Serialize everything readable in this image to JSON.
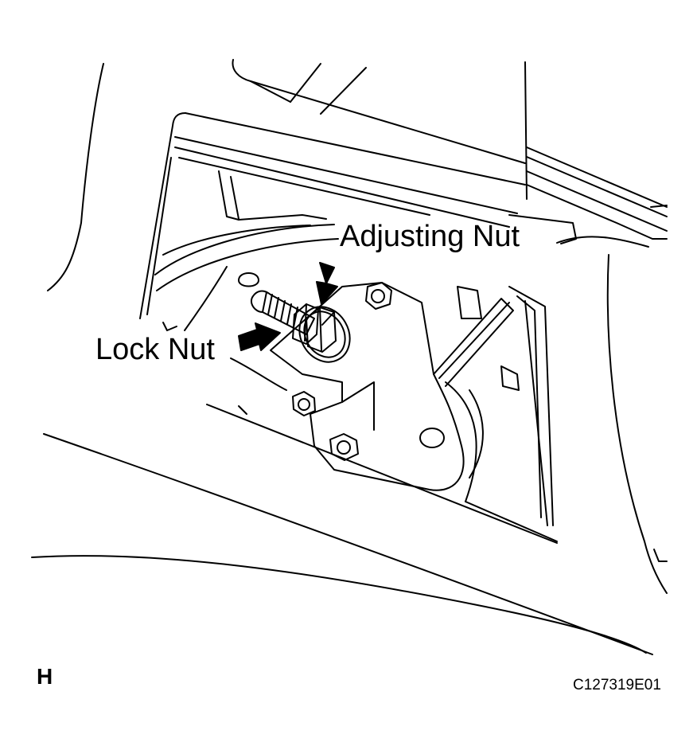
{
  "callouts": {
    "adjusting_nut": "Adjusting Nut",
    "lock_nut": "Lock Nut"
  },
  "view_letter": "H",
  "figure_code": "C127319E01"
}
